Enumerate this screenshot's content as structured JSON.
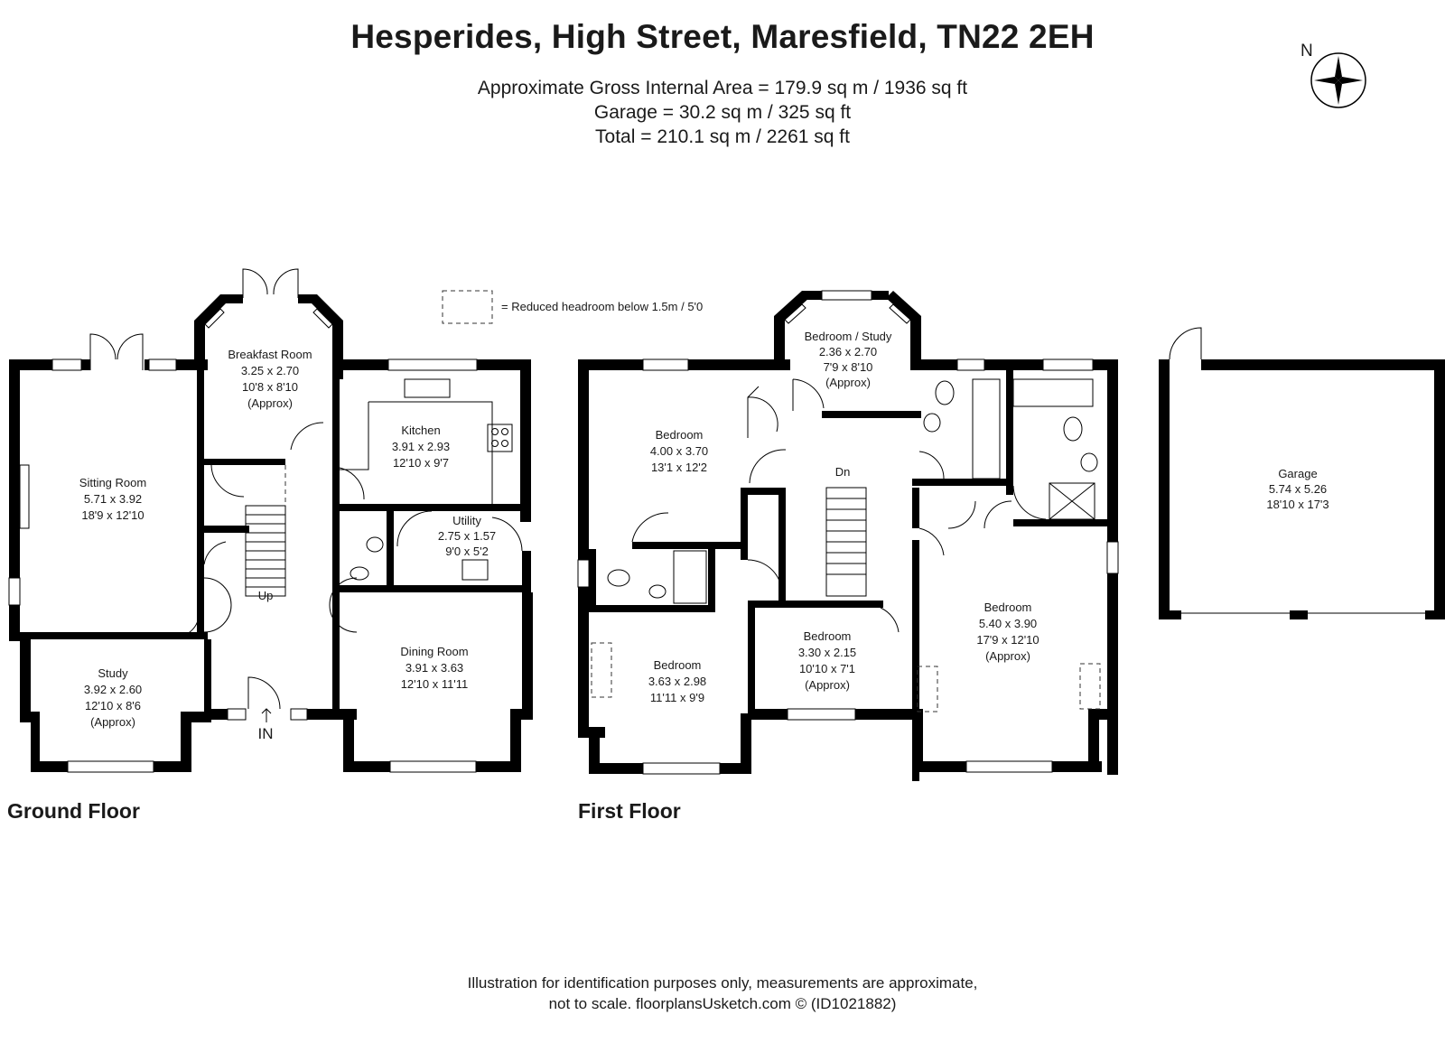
{
  "header": {
    "title": "Hesperides, High Street, Maresfield, TN22 2EH",
    "area_lines": [
      "Approximate Gross Internal Area = 179.9 sq m / 1936 sq ft",
      "Garage = 30.2 sq m / 325 sq ft",
      "Total = 210.1 sq m / 2261 sq ft"
    ]
  },
  "compass": {
    "label": "N",
    "icon": "compass-rose-icon"
  },
  "legend": {
    "text": "= Reduced headroom below 1.5m / 5'0"
  },
  "ground_floor": {
    "label": "Ground Floor",
    "entrance": "IN",
    "stairs": "Up",
    "rooms": [
      {
        "name": "Breakfast Room",
        "metric": "3.25 x 2.70",
        "imperial": "10'8 x 8'10",
        "note": "(Approx)"
      },
      {
        "name": "Sitting Room",
        "metric": "5.71 x 3.92",
        "imperial": "18'9 x 12'10",
        "note": ""
      },
      {
        "name": "Kitchen",
        "metric": "3.91 x 2.93",
        "imperial": "12'10 x 9'7",
        "note": ""
      },
      {
        "name": "Utility",
        "metric": "2.75 x 1.57",
        "imperial": "9'0 x 5'2",
        "note": ""
      },
      {
        "name": "Dining Room",
        "metric": "3.91 x 3.63",
        "imperial": "12'10 x 11'11",
        "note": ""
      },
      {
        "name": "Study",
        "metric": "3.92 x 2.60",
        "imperial": "12'10 x 8'6",
        "note": "(Approx)"
      }
    ]
  },
  "first_floor": {
    "label": "First Floor",
    "stairs": "Dn",
    "rooms": [
      {
        "name": "Bedroom / Study",
        "metric": "2.36 x 2.70",
        "imperial": "7'9 x 8'10",
        "note": "(Approx)"
      },
      {
        "name": "Bedroom",
        "metric": "4.00 x 3.70",
        "imperial": "13'1 x 12'2",
        "note": ""
      },
      {
        "name": "Bedroom",
        "metric": "3.63 x 2.98",
        "imperial": "11'11 x 9'9",
        "note": ""
      },
      {
        "name": "Bedroom",
        "metric": "3.30 x 2.15",
        "imperial": "10'10 x 7'1",
        "note": "(Approx)"
      },
      {
        "name": "Bedroom",
        "metric": "5.40 x 3.90",
        "imperial": "17'9 x 12'10",
        "note": "(Approx)"
      }
    ]
  },
  "garage": {
    "rooms": [
      {
        "name": "Garage",
        "metric": "5.74 x 5.26",
        "imperial": "18'10 x 17'3",
        "note": ""
      }
    ]
  },
  "footer": {
    "lines": [
      "Illustration for identification purposes only, measurements are approximate,",
      "not to scale. floorplansUsketch.com © (ID1021882)"
    ]
  }
}
